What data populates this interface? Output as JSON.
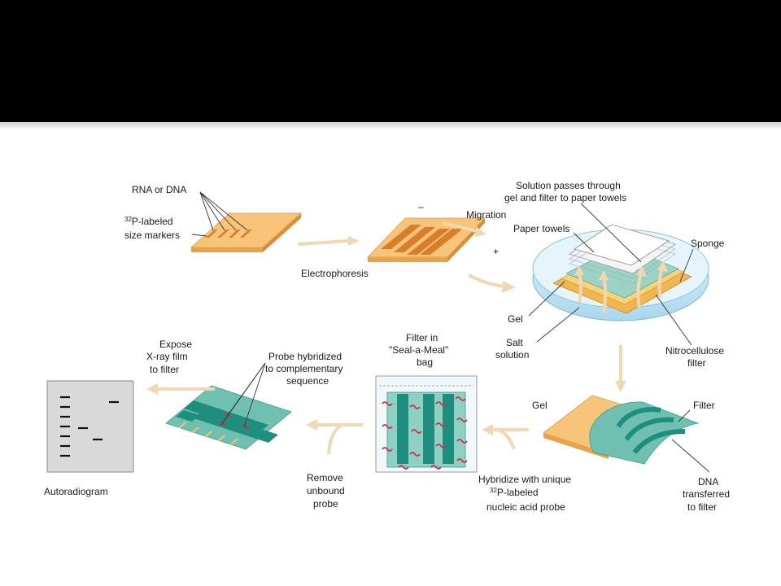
{
  "colors": {
    "gel": "#f7c47a",
    "gel_side": "#e9a24c",
    "band": "#d87e2a",
    "filter": "#6fc0b0",
    "filter_band": "#1e8e7e",
    "probe": "#d0304a",
    "dish": "#cfe9f5",
    "arrow": "#f1d8b1",
    "film": "#d9d9d9"
  },
  "labels": {
    "rna_dna": "RNA or DNA",
    "size_markers_sup": "32",
    "size_markers_1": "P-labeled",
    "size_markers_2": "size markers",
    "electrophoresis": "Electrophoresis",
    "migration": "Migration",
    "minus": "–",
    "plus": "+",
    "solution_1": "Solution passes through",
    "solution_2": "gel and filter to paper towels",
    "paper_towels": "Paper towels",
    "sponge": "Sponge",
    "gel_dish": "Gel",
    "salt_1": "Salt",
    "salt_2": "solution",
    "nitro_1": "Nitrocellulose",
    "nitro_2": "filter",
    "gel_transfer": "Gel",
    "filter_transfer": "Filter",
    "dna_1": "DNA",
    "dna_2": "transferred",
    "dna_3": "to filter",
    "hybridize_1": "Hybridize with unique",
    "hybridize_sup": "32",
    "hybridize_2": "P-labeled",
    "hybridize_3": "nucleic acid probe",
    "filter_in_1": "Filter in",
    "filter_in_2": "\"Seal-a-Meal\"",
    "filter_in_3": "bag",
    "remove_1": "Remove",
    "remove_2": "unbound",
    "remove_3": "probe",
    "probe_1": "Probe hybridized",
    "probe_2": "to complementary",
    "probe_3": "sequence",
    "expose_1": "Expose",
    "expose_2": "X-ray film",
    "expose_3": "to filter",
    "autoradiogram": "Autoradiogram"
  }
}
